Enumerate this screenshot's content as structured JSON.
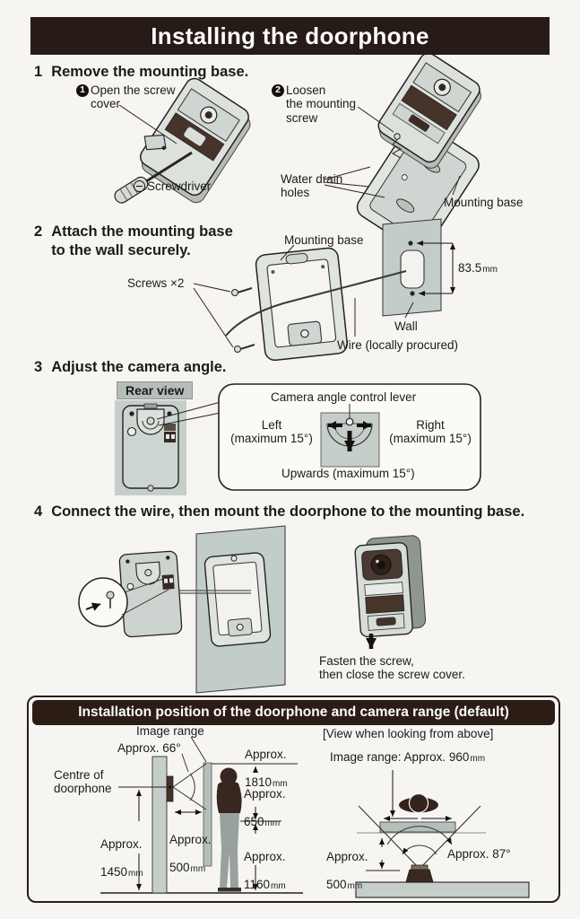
{
  "title": "Installing the doorphone",
  "steps": {
    "s1": {
      "num": "1",
      "heading": "Remove the mounting base."
    },
    "s2": {
      "num": "2",
      "heading": "Attach the mounting base\nto the wall securely."
    },
    "s3": {
      "num": "3",
      "heading": "Adjust the camera angle."
    },
    "s4": {
      "num": "4",
      "heading": "Connect the wire, then mount the doorphone to the mounting base."
    }
  },
  "fig1": {
    "marker1": "1",
    "open_cover": "Open the screw\ncover",
    "screwdriver": "Screwdriver",
    "marker2": "2",
    "loosen": "Loosen\nthe mounting\nscrew",
    "water_drain": "Water drain\nholes",
    "mounting_base": "Mounting base"
  },
  "fig2": {
    "mounting_base": "Mounting base",
    "dim_value": "83.5",
    "dim_unit": "mm",
    "screws": "Screws ×2",
    "wall": "Wall",
    "wire": "Wire (locally procured)"
  },
  "fig3": {
    "rear_view": "Rear view",
    "lever": "Camera angle control lever",
    "left": "Left\n(maximum 15°)",
    "right": "Right\n(maximum 15°)",
    "upwards": "Upwards (maximum 15°)"
  },
  "fig4": {
    "fasten": "Fasten the screw,\nthen close the screw cover."
  },
  "panel": {
    "header": "Installation position of the doorphone and camera range (default)",
    "side": {
      "image_range": "Image range",
      "angle": "Approx. 66°",
      "h1810": {
        "p": "Approx.",
        "v": "1810",
        "u": "mm"
      },
      "centre": "Centre of\ndoorphone",
      "h650": {
        "p": "Approx.",
        "v": "650",
        "u": "mm"
      },
      "h1450": {
        "p": "Approx.",
        "v": "1450",
        "u": "mm"
      },
      "d500": {
        "p": "Approx.",
        "v": "500",
        "u": "mm"
      },
      "h1160": {
        "p": "Approx.",
        "v": "1160",
        "u": "mm"
      }
    },
    "top": {
      "caption": "[View when looking from above]",
      "range": {
        "p": "Image range: Approx.",
        "v": "960",
        "u": "mm"
      },
      "d500": {
        "p": "Approx.",
        "v": "500",
        "u": "mm"
      },
      "angle": "Approx. 87°"
    }
  },
  "colors": {
    "title_bar_bg": "#261b16",
    "panel_header_bg": "#2b1d15",
    "wall_fill": "#c2ccc8",
    "device_dark": "#46342b",
    "paper": "#f7f5f1"
  }
}
